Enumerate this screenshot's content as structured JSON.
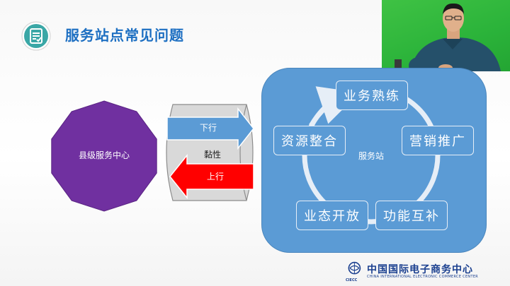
{
  "header": {
    "title": "服务站点常见问题",
    "icon": "checklist-clipboard-icon",
    "accent": "#1d6fc2"
  },
  "webcam": {
    "description_icon": "presenter-video"
  },
  "county_center": {
    "label": "县级服务中心",
    "color": "#7030a0"
  },
  "link": {
    "down_label": "下行",
    "sticky_label": "黏性",
    "up_label": "上行",
    "down_color": "#5b9bd5",
    "up_color": "#ff0000"
  },
  "service_station": {
    "center_label": "服务站",
    "nodes": [
      {
        "label": "业务熟练"
      },
      {
        "label": "营销推广"
      },
      {
        "label": "功能互补"
      },
      {
        "label": "业态开放"
      },
      {
        "label": "资源整合"
      }
    ],
    "color": "#5b9bd5"
  },
  "logo": {
    "name": "中国国际电子商务中心",
    "english": "CHINA INTERNATIONAL ELECTRONIC COMMERCE CENTER",
    "abbr": "CIECC"
  }
}
